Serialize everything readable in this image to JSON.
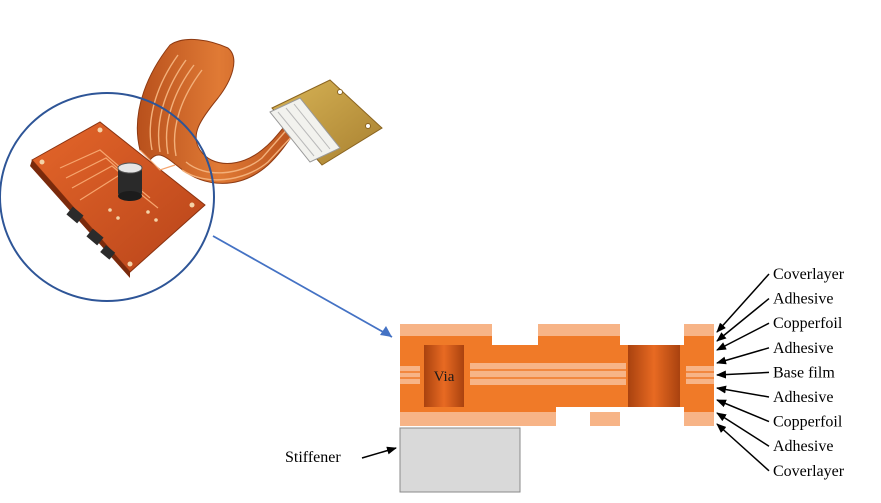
{
  "layer_labels": [
    "Coverlayer",
    "Adhesive",
    "Copperfoil",
    "Adhesive",
    "Base film",
    "Adhesive",
    "Copperfoil",
    "Adhesive",
    "Coverlayer"
  ],
  "via_label": "Via",
  "stiffener_label": "Stiffener",
  "colors": {
    "light_orange": "#f7b487",
    "dark_orange": "#f07a28",
    "via_dark": "#b34a12",
    "via_mid": "#e0621c",
    "stiffener_fill": "#d9d9d9",
    "pcb_orange": "#d9571f",
    "flex_cable": "#c9581e",
    "connector_board": "#c9a240",
    "callout_line": "#4472c4",
    "arrow": "#000000"
  }
}
